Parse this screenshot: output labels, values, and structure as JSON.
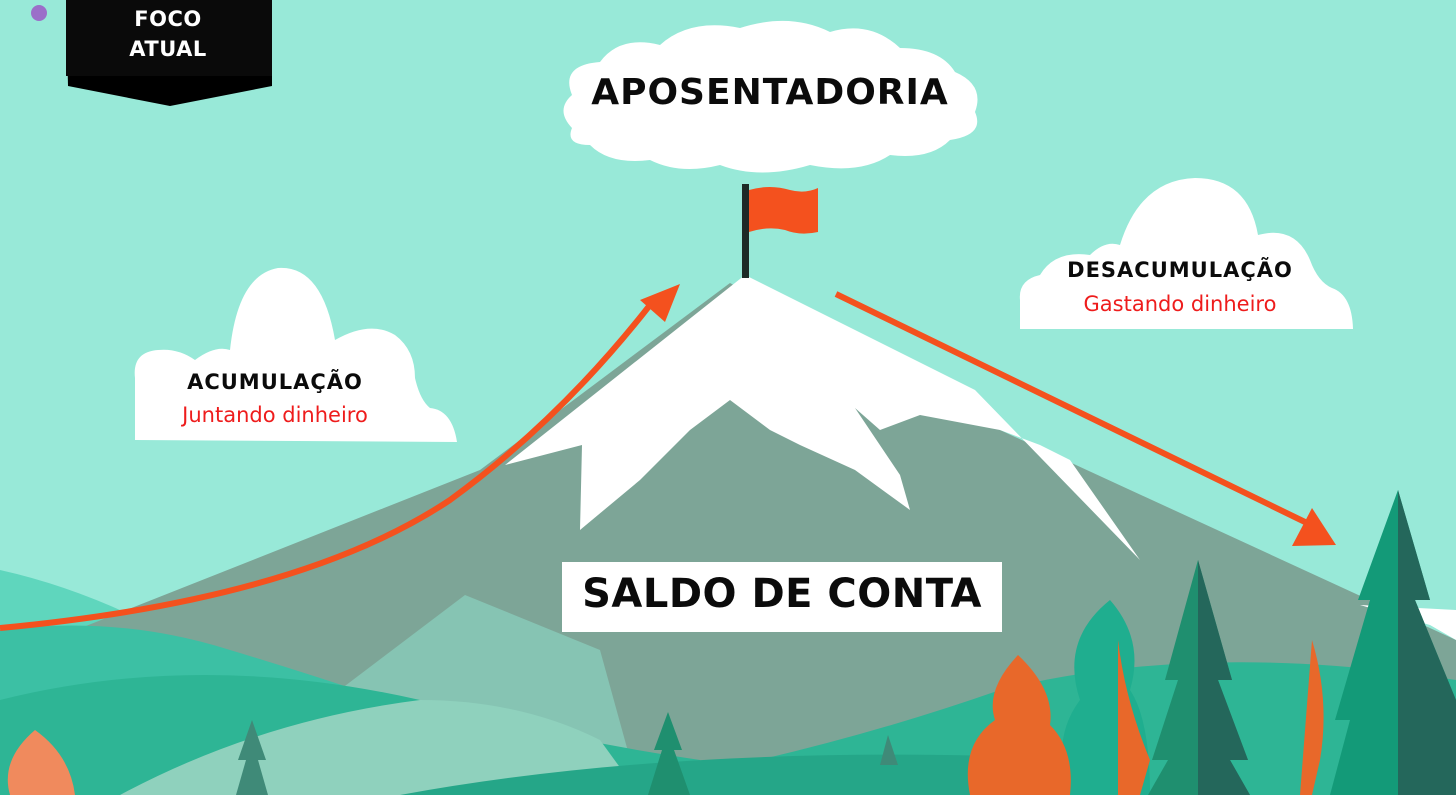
{
  "badge": {
    "line1": "FOCO",
    "line2": "ATUAL"
  },
  "peak_label": "APOSENTADORIA",
  "accumulation": {
    "title": "ACUMULAÇÃO",
    "subtitle": "Juntando dinheiro"
  },
  "decumulation": {
    "title": "DESACUMULAÇÃO",
    "subtitle": "Gastando dinheiro"
  },
  "balance_label": "SALDO DE CONTA",
  "colors": {
    "sky": "#98e9d8",
    "mountain": "#7da597",
    "snow": "#ffffff",
    "arrow": "#f4511e",
    "flag": "#f4511e",
    "highlight_text": "#ee1c1c",
    "badge": "#000000",
    "dot": "#9b6fc9"
  }
}
